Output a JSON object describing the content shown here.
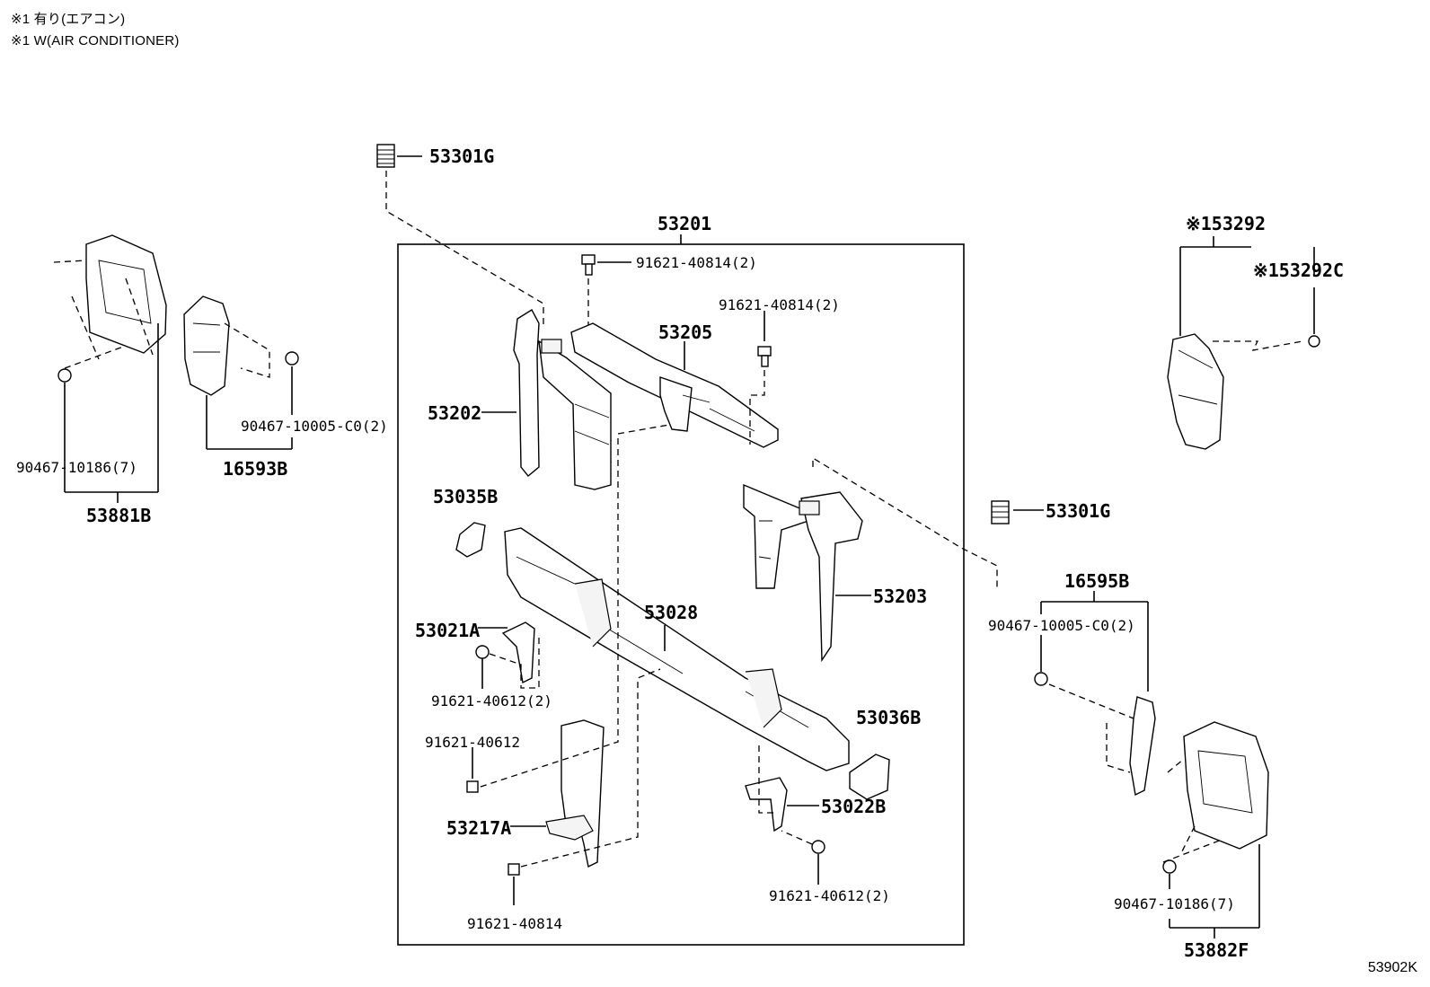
{
  "notes": [
    "※1 有り(エアコン)",
    "※1 W(AIR CONDITIONER)"
  ],
  "labels": {
    "p53301G_top": "53301G",
    "p53201": "53201",
    "p91621_40814_2a": "91621-40814(2)",
    "p91621_40814_2b": "91621-40814(2)",
    "p53205": "53205",
    "p53202": "53202",
    "p53035B": "53035B",
    "p53028": "53028",
    "p53021A": "53021A",
    "p91621_40612_2a": "91621-40612(2)",
    "p91621_40612": "91621-40612",
    "p53217A": "53217A",
    "p91621_40814": "91621-40814",
    "p53203": "53203",
    "p53036B": "53036B",
    "p53022B": "53022B",
    "p91621_40612_2b": "91621-40612(2)",
    "p53292": "※153292",
    "p53292C": "※153292C",
    "p53301G_right": "53301G",
    "p16595B": "16595B",
    "p90467_10005_right": "90467-10005-C0(2)",
    "p90467_10186_right": "90467-10186(7)",
    "p53882F": "53882F",
    "p90467_10005_left": "90467-10005-C0(2)",
    "p16593B": "16593B",
    "p90467_10186_left": "90467-10186(7)",
    "p53881B": "53881B"
  },
  "illustration_ref": "53902K"
}
